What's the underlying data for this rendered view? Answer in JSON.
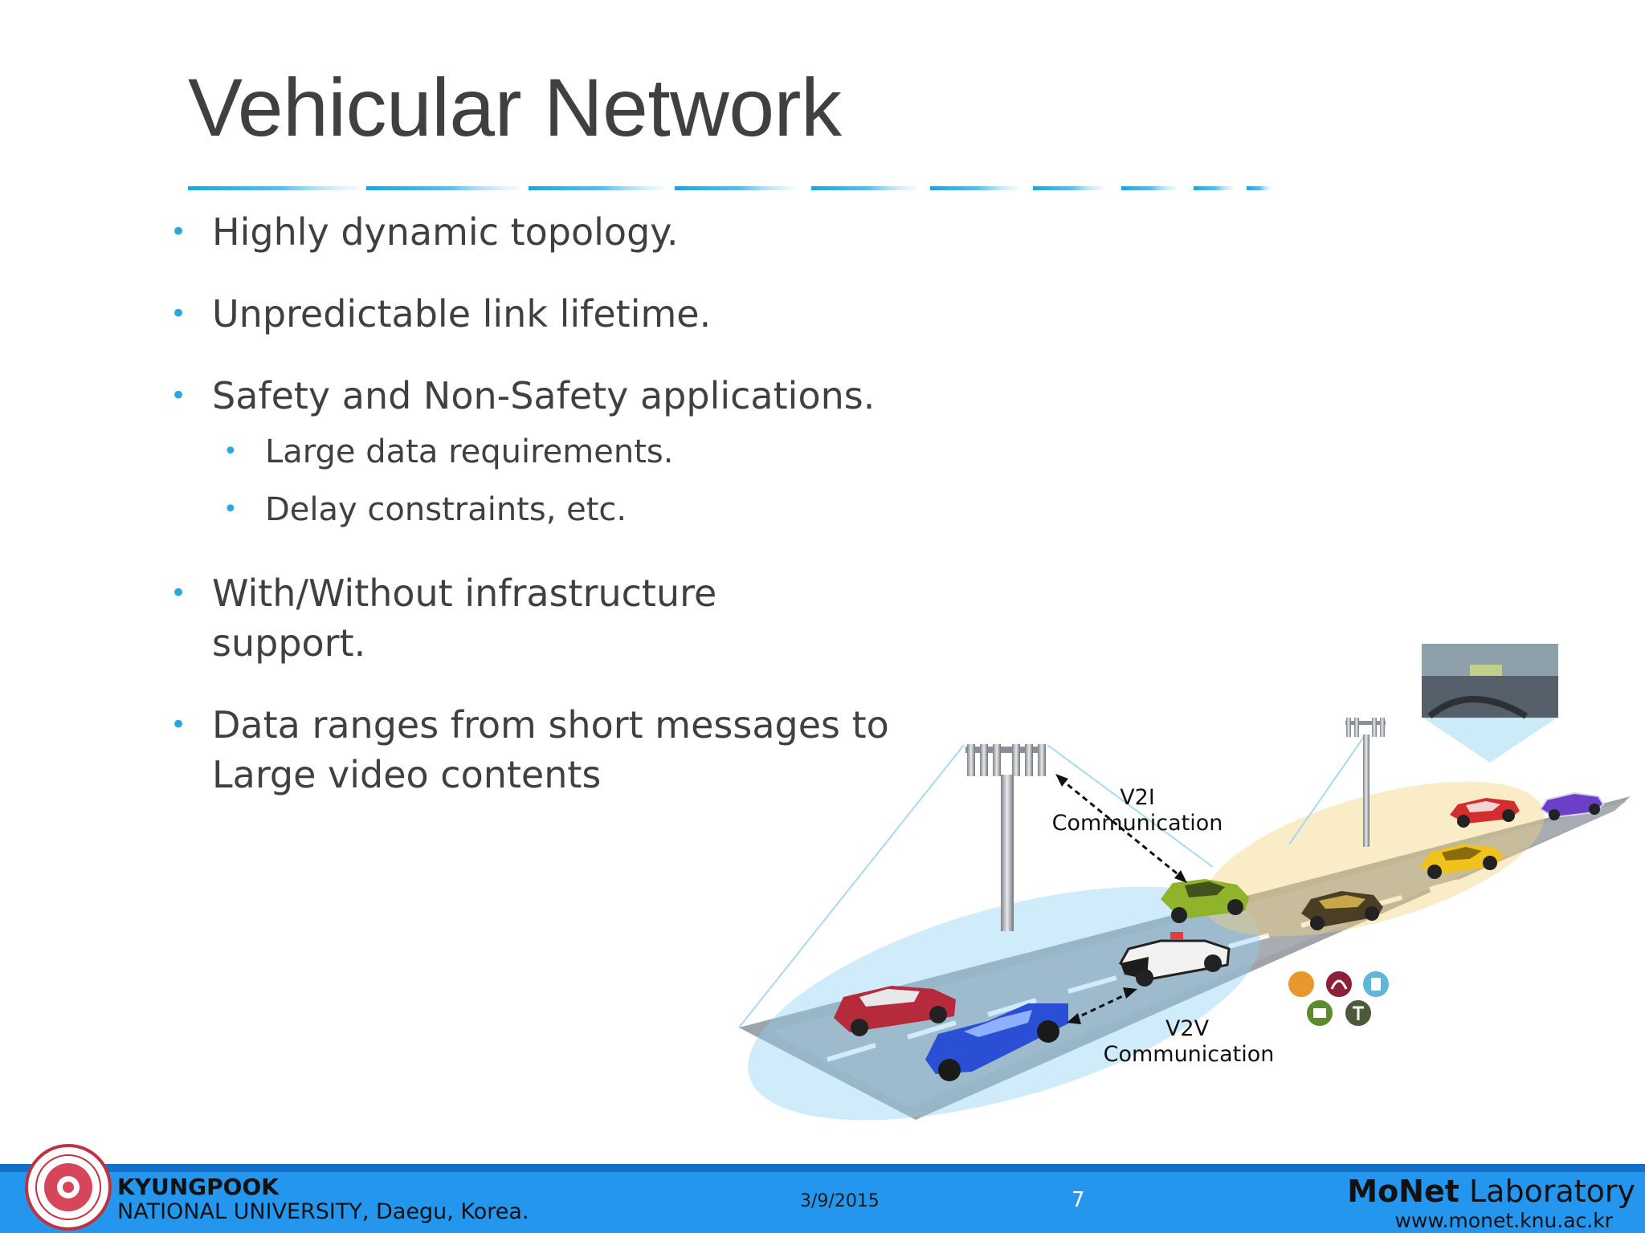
{
  "slide": {
    "title": "Vehicular Network",
    "bullets": [
      {
        "text": "Highly dynamic topology."
      },
      {
        "text": "Unpredictable link lifetime."
      },
      {
        "text": "Safety and Non-Safety applications."
      },
      {
        "text": "Large data requirements."
      },
      {
        "text": "Delay constraints, etc."
      },
      {
        "line1": "With/Without infrastructure",
        "line2": "support."
      },
      {
        "line1": "Data ranges from short messages to",
        "line2": "Large video contents"
      }
    ]
  },
  "diagram": {
    "v2i_line1": "V2I",
    "v2i_line2": "Communication",
    "v2v_line1": "V2V",
    "v2v_line2": "Communication"
  },
  "footer": {
    "university_line1": "KYUNGPOOK",
    "university_line2": "NATIONAL UNIVERSITY, Daegu, Korea.",
    "date": "3/9/2015",
    "page_number": "7",
    "lab_name_bold": "MoNet",
    "lab_name_rest": " Laboratory",
    "lab_url": "www.monet.knu.ac.kr"
  },
  "colors": {
    "accent": "#29a8dd",
    "footer_bar": "#2596ee",
    "footer_border": "#1470c6",
    "text": "#404040"
  },
  "icons": [
    "university-seal-icon",
    "cell-tower-icon",
    "car-icon",
    "heads-up-display-icon",
    "headphones-icon",
    "music-player-icon",
    "video-icon",
    "text-icon",
    "gallery-icon"
  ]
}
